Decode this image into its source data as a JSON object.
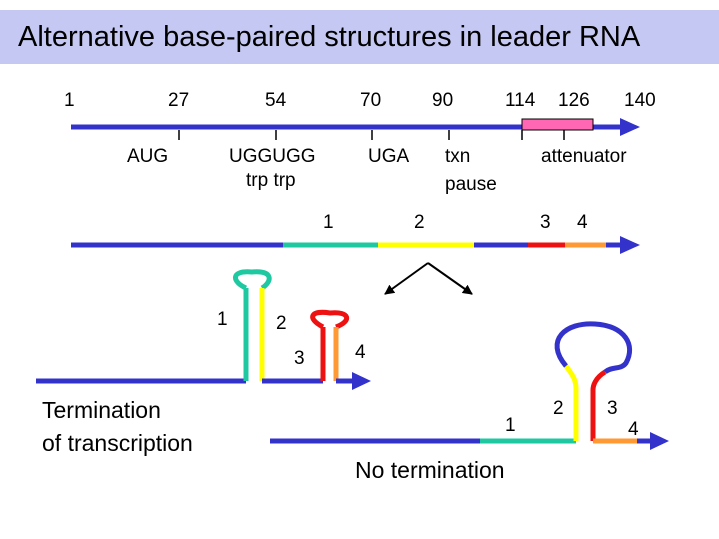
{
  "title": "Alternative base-paired structures in leader RNA",
  "colors": {
    "backbone": "#3333cc",
    "region1": "#1ec8a0",
    "region2": "#ffff00",
    "region3": "#ee1111",
    "region4": "#ff9933",
    "attenuator_box": "#ff66b3",
    "title_bg": "#c4c8f2"
  },
  "positions": [
    "1",
    "27",
    "54",
    "70",
    "90",
    "114",
    "126",
    "140"
  ],
  "features": {
    "aug": "AUG",
    "ugg_codons": "UGGUGG",
    "trp": "trp trp",
    "uga": "UGA",
    "txn": "txn",
    "pause": "pause",
    "attenuator": "attenuator"
  },
  "regions": [
    "1",
    "2",
    "3",
    "4"
  ],
  "labels": {
    "termination_line1": "Termination",
    "termination_line2": "of transcription",
    "no_termination": "No termination"
  }
}
